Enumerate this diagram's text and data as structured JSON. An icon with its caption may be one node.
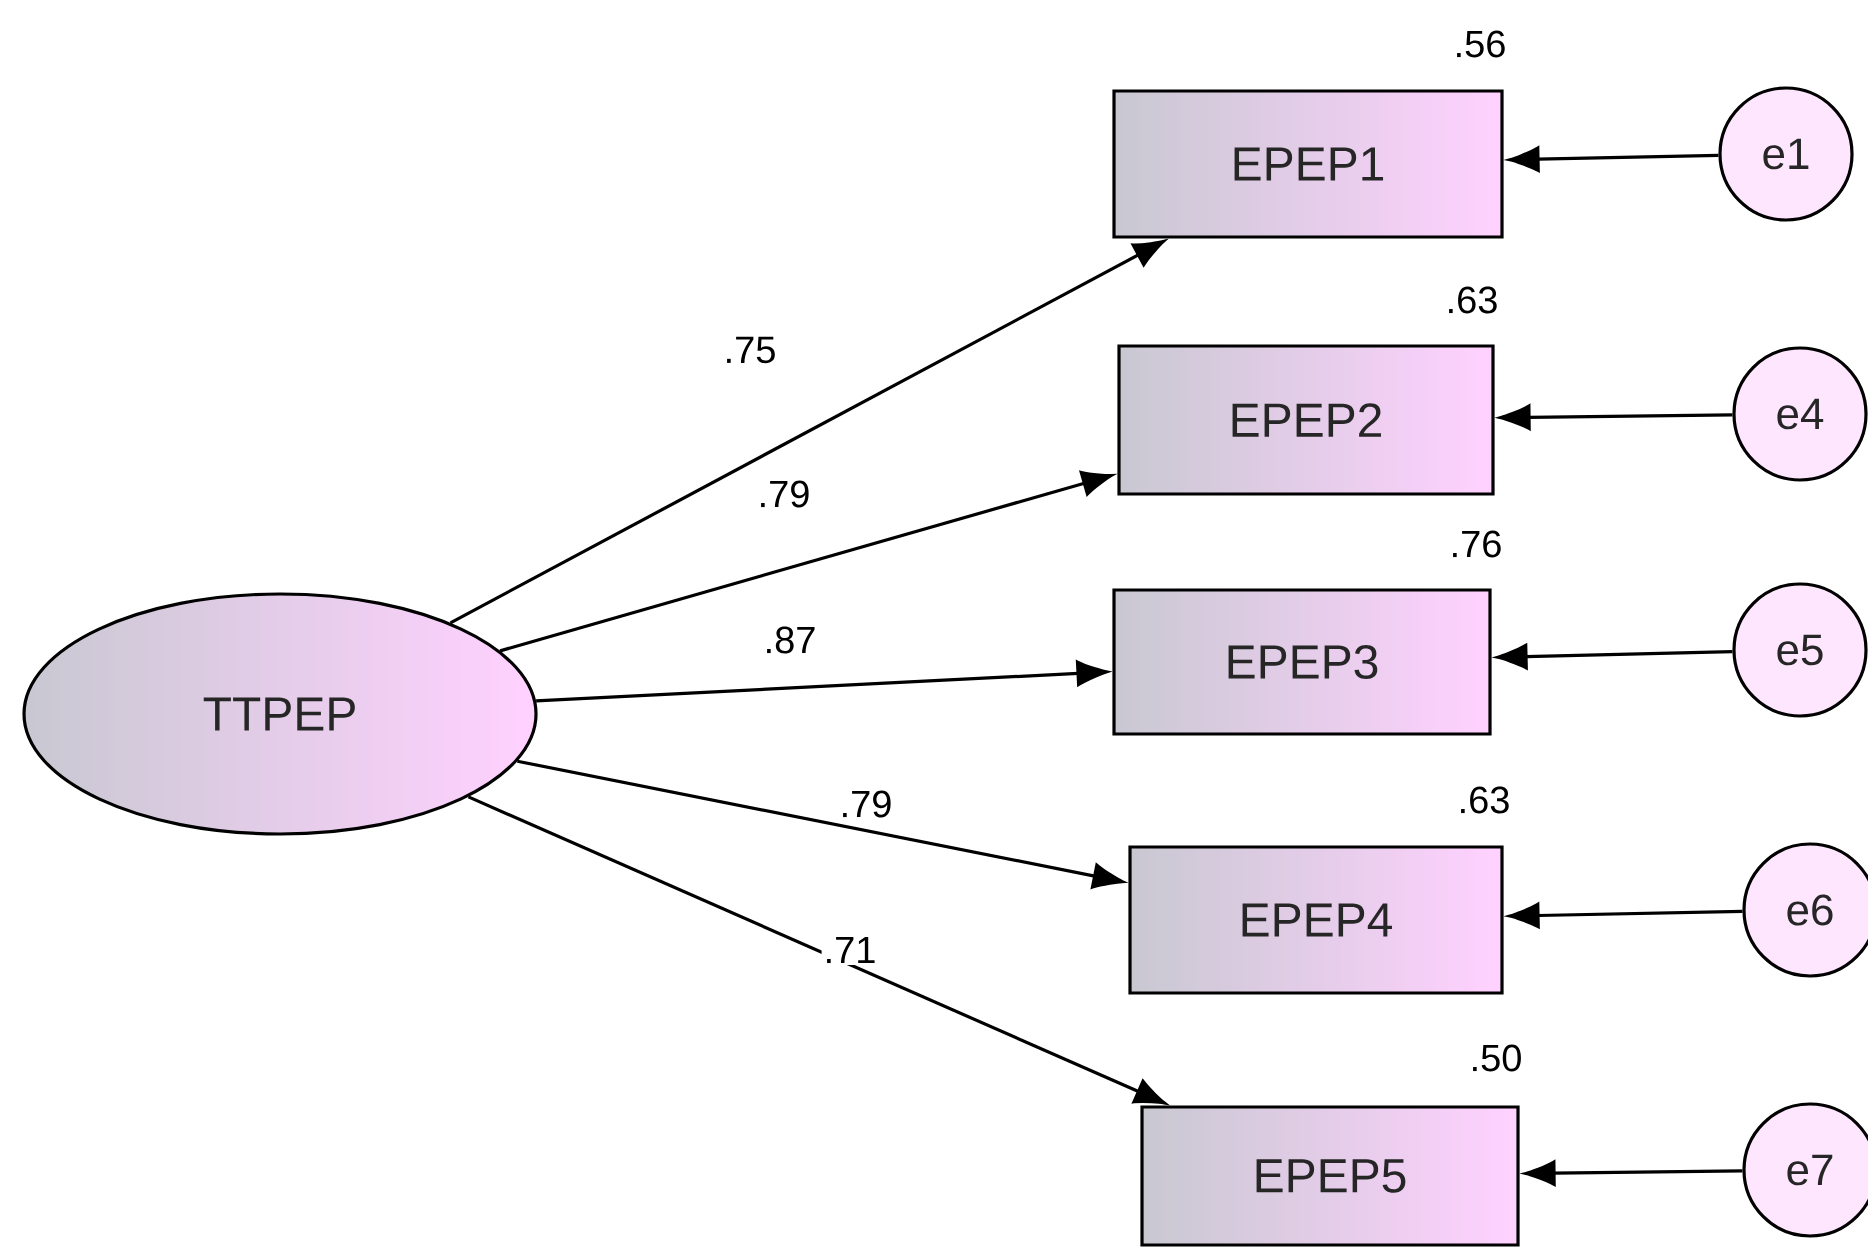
{
  "diagram": {
    "nodes": [
      {
        "text": [
          "TTPEP"
        ]
      },
      {
        "text": [
          "EPEP1"
        ],
        "beside": [
          ".56"
        ]
      },
      {
        "text": [
          "EPEP2"
        ],
        "beside": [
          ".63"
        ]
      },
      {
        "text": [
          "EPEP3"
        ],
        "beside": [
          ".76"
        ]
      },
      {
        "text": [
          "EPEP4"
        ],
        "beside": [
          ".63"
        ]
      },
      {
        "text": [
          "EPEP5"
        ],
        "beside": [
          ".50"
        ]
      },
      {
        "text": [
          "e1"
        ]
      },
      {
        "text": [
          "e4"
        ]
      },
      {
        "text": [
          "e5"
        ]
      },
      {
        "text": [
          "e6"
        ]
      },
      {
        "text": [
          "e7"
        ]
      }
    ],
    "edges": [
      {
        "from": 0,
        "to": 1,
        "arrow": "to",
        "label": ".75"
      },
      {
        "from": 0,
        "to": 2,
        "arrow": "to",
        "label": ".79"
      },
      {
        "from": 0,
        "to": 3,
        "arrow": "to",
        "label": ".87"
      },
      {
        "from": 0,
        "to": 4,
        "arrow": "to",
        "label": ".79"
      },
      {
        "from": 0,
        "to": 5,
        "arrow": "to",
        "label": ".71"
      },
      {
        "from": 6,
        "to": 1,
        "arrow": "to"
      },
      {
        "from": 7,
        "to": 2,
        "arrow": "to"
      },
      {
        "from": 8,
        "to": 3,
        "arrow": "to"
      },
      {
        "from": 9,
        "to": 4,
        "arrow": "to"
      },
      {
        "from": 10,
        "to": 5,
        "arrow": "to"
      }
    ]
  }
}
